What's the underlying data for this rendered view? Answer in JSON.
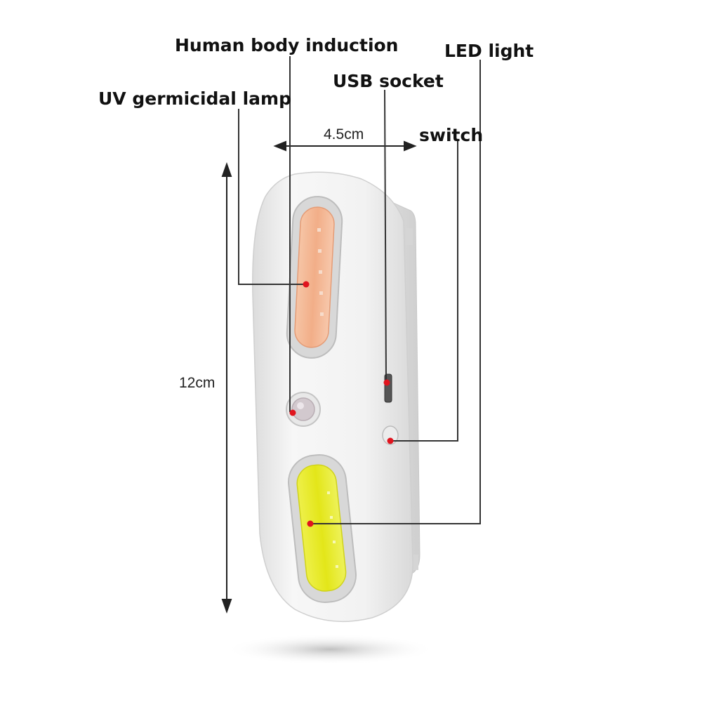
{
  "labels": {
    "human_body_induction": "Human body induction",
    "led_light": "LED light",
    "usb_socket": "USB socket",
    "uv_germicidal_lamp": "UV germicidal lamp",
    "switch": "switch"
  },
  "dimensions": {
    "width": "4.5cm",
    "height": "12cm"
  },
  "colors": {
    "callout_line": "#333333",
    "callout_dot": "#e0141e",
    "device_body": "#f3f3f3",
    "uv_lamp": "#f4b896",
    "led_lamp": "#e6ea1f"
  }
}
